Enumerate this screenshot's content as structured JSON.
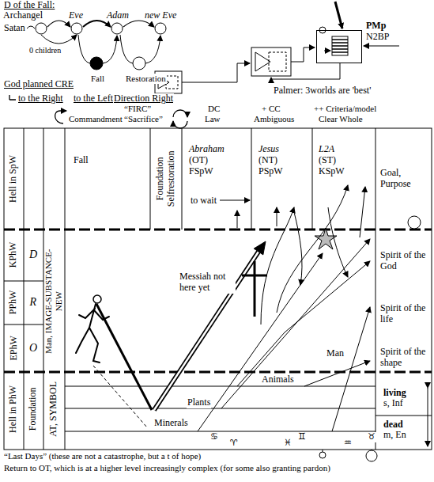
{
  "diagram": {
    "nodes": [
      {
        "text": [
          "Archangel"
        ]
      },
      {
        "text": [
          "Eve"
        ]
      },
      {
        "text": [
          "Adam"
        ]
      },
      {
        "text": [
          "new Eve"
        ]
      },
      {
        "text": [
          "PMp",
          "N2BP"
        ]
      }
    ],
    "edges": [
      {
        "from": 0,
        "to": 1,
        "arrow": "to"
      },
      {
        "from": 1,
        "to": 2,
        "arrow": "to"
      },
      {
        "from": 2,
        "to": 3,
        "arrow": "to"
      }
    ],
    "labels": [
      "D of the Fall:",
      "Satan",
      "0 children",
      "Fall",
      "Restoration",
      "God planned CRE",
      "to the Right",
      "to the Left",
      "Direction Right",
      "Palmer: 3worlds are 'best'",
      "Commandment",
      "“FIRC”",
      "“Sacrifice”",
      "DC",
      "Law",
      "+ CC",
      "Ambiguous",
      "++ Criteria/model",
      "Clear Whole",
      "Hell in SpW",
      "KPhW",
      "PPhW",
      "EPhW",
      "Hell in PhW",
      "D",
      "R",
      "O",
      "Man, IMAGE-SUBSTANCE-NEW",
      "Foundation",
      "AT, SYMBOL",
      "Fall",
      "Foundation Selfrestoration",
      "Abraham",
      "(OT)",
      "FSpW",
      "Jesus",
      "(NT)",
      "PSpW",
      "L2A",
      "(ST)",
      "KSpW",
      "to wait",
      "Goal, Purpose",
      "Spirit of the God",
      "Spirit of the life",
      "Spirit of the shape",
      "Messiah not here yet",
      "Man",
      "Animals",
      "Plants",
      "Minerals",
      "♋",
      "♊",
      "♉",
      "♈",
      "♓",
      "♒",
      "living",
      "s, Inf",
      "dead",
      "m, En",
      "“Last Days” (these are not a catastrophe, but a t of hope)",
      "Return to OT, which is at a higher level increasingly complex (for some also granting pardon)"
    ]
  }
}
